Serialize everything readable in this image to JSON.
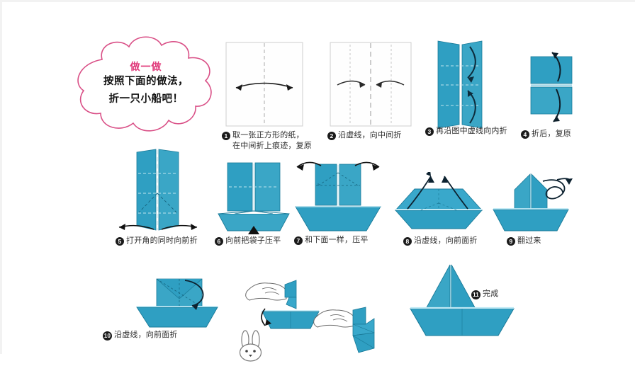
{
  "document": {
    "title": "做一做 — 折一只小船",
    "language": "zh-CN",
    "type": "origami-instruction-sheet"
  },
  "callout": {
    "name": "cloud-callout",
    "heading": "做一做",
    "line1": "按照下面的做法，",
    "line2": "折一只小船吧！",
    "heading_color": "#e0397a",
    "outline_color": "#d94f86"
  },
  "palette": {
    "paper_teal": "#2f9fc2",
    "paper_teal_dark": "#1f8ba f",
    "paper_teal_light": "#56b6d2",
    "paper_white": "#fdfdfd",
    "arrow": "#111111",
    "caption": "#2b2b2b",
    "outline": "#1a6f8c"
  },
  "steps": [
    {
      "number": "1",
      "badge": "❶",
      "caption_line1": "取一张正方形的纸，",
      "caption_line2": "在中间折上痕迹，复原",
      "figure": "square-white-vertical-crease-double-arrow"
    },
    {
      "number": "2",
      "badge": "❷",
      "caption_line1": "沿虚线，向中间折",
      "caption_line2": "",
      "figure": "square-white-three-creases-two-inward-arrows"
    },
    {
      "number": "3",
      "badge": "❸",
      "caption_line1": "再沿图中虚线向内折",
      "caption_line2": "",
      "figure": "teal-folded-panel-two-curved-arrows"
    },
    {
      "number": "4",
      "badge": "❹",
      "caption_line1": "折后，复原",
      "caption_line2": "",
      "figure": "teal-square-horizontal-crease-up-down-arrows"
    },
    {
      "number": "5",
      "badge": "❺",
      "caption_line1": "打开角的同时向前折",
      "caption_line2": "",
      "figure": "teal-tall-panel-diagonal-creases-outward-arrows"
    },
    {
      "number": "6",
      "badge": "❻",
      "caption_line1": "向前把袋子压平",
      "caption_line2": "",
      "figure": "teal-boat-base-forming-up-arrow"
    },
    {
      "number": "7",
      "badge": "❼",
      "caption_line1": "和下面一样，压平",
      "caption_line2": "",
      "figure": "teal-boat-with-two-flaps-outward-arrows"
    },
    {
      "number": "8",
      "badge": "❽",
      "caption_line1": "沿虚线，向前面折",
      "caption_line2": "",
      "figure": "teal-flat-hull-two-up-arrows"
    },
    {
      "number": "9",
      "badge": "❾",
      "caption_line1": "翻过来",
      "caption_line2": "",
      "figure": "teal-boat-with-sail-rotate-arrow"
    },
    {
      "number": "10",
      "badge": "❿",
      "caption_line1": "沿虚线，向前面折",
      "caption_line2": "",
      "figure": "teal-boat-with-sail-fold-arrow"
    },
    {
      "number": "11",
      "badge": "⓫",
      "caption_line1": "完成",
      "caption_line2": "",
      "figure": "finished-sailboat-large"
    }
  ],
  "hand_illustrations": [
    {
      "name": "hand-pulling-boat-left",
      "description": "手拉小船侧视图"
    },
    {
      "name": "hand-pulling-boat-right",
      "description": "手拉小船展开图"
    }
  ],
  "decoration": {
    "bunny": "rabbit-face-outline"
  }
}
